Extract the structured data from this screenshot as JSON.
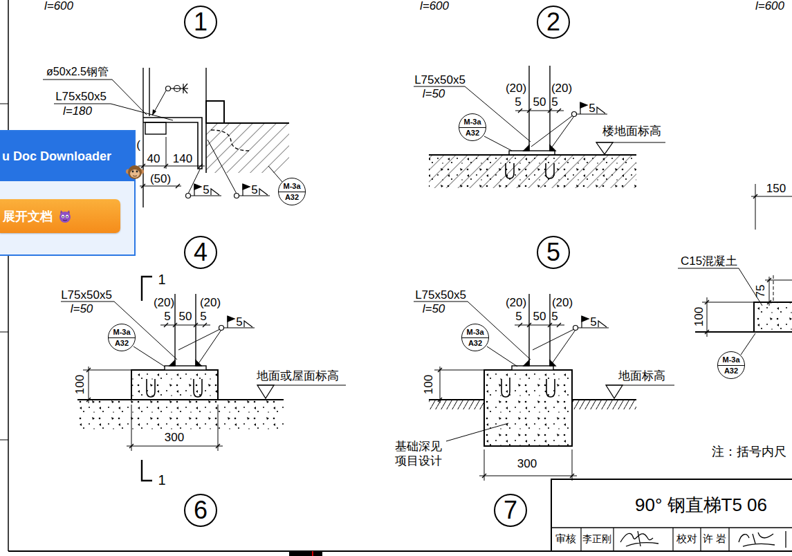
{
  "diagram": {
    "nodes": [
      {
        "text": [
          "1"
        ]
      },
      {
        "text": [
          "2"
        ]
      },
      {
        "text": [
          "u Doc Downloader"
        ]
      },
      {
        "text": [
          "展开文档"
        ],
        "in": 2
      },
      {
        "text": [
          "M-3a",
          "A32"
        ]
      },
      {
        "text": [
          "M-3a",
          "A32"
        ]
      },
      {
        "text": [
          "4"
        ]
      },
      {
        "text": [
          "5"
        ]
      },
      {
        "text": [
          "M-3a",
          "A32"
        ]
      },
      {
        "text": [
          "M-3a",
          "A32"
        ]
      },
      {
        "text": [
          "M-3a",
          "A32"
        ]
      },
      {
        "text": [
          "6"
        ]
      },
      {
        "text": [
          "7"
        ]
      }
    ],
    "labels": [
      "l=600",
      "l=600",
      "l=600",
      "ø50x2.5钢管",
      "L75x50x5",
      "l=180",
      "(",
      "40",
      "140",
      "(50)",
      "5",
      "5",
      "L75x50x5",
      "l=50",
      "(20)",
      "(20)",
      "5",
      "50",
      "5",
      "5",
      "楼地面标高",
      "150",
      "C15混凝土",
      "75",
      "100",
      "1",
      "L75x50x5",
      "l=50",
      "(20)",
      "(20)",
      "5",
      "50",
      "5",
      "5",
      "100",
      "地面或屋面标高",
      "300",
      "1",
      "L75x50x5",
      "l=50",
      "(20)",
      "(20)",
      "5",
      "50",
      "5",
      "5",
      "100",
      "地面标高",
      "基础深见 项目设计",
      "300",
      "注：括号内尺",
      "90° 钢直梯T5 06",
      "审核",
      "李正刚",
      "校对",
      "许 岩"
    ]
  }
}
